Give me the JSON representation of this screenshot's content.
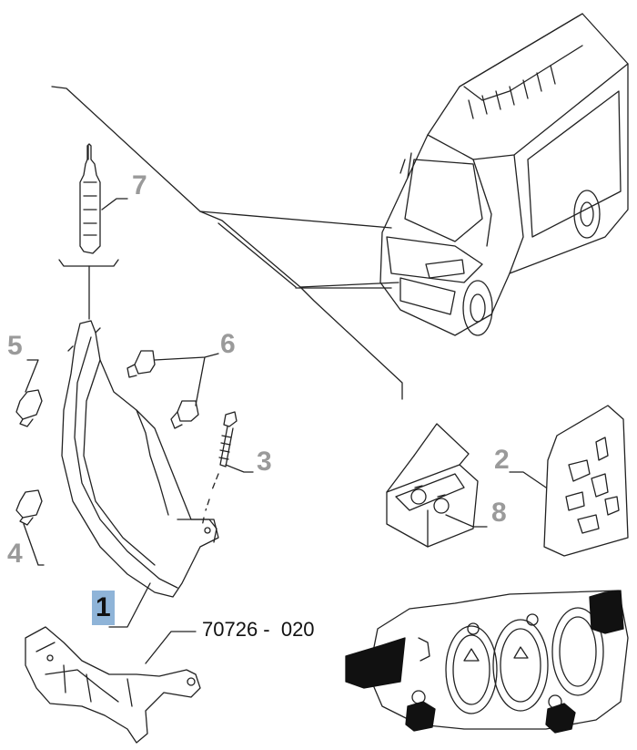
{
  "diagram": {
    "callouts": [
      {
        "id": "7",
        "label": "7"
      },
      {
        "id": "6",
        "label": "6"
      },
      {
        "id": "5",
        "label": "5"
      },
      {
        "id": "4",
        "label": "4"
      },
      {
        "id": "3",
        "label": "3"
      },
      {
        "id": "2",
        "label": "2"
      },
      {
        "id": "8",
        "label": "8"
      },
      {
        "id": "1",
        "label": "1",
        "highlighted": true
      }
    ],
    "part_code": "70726 -  020"
  }
}
